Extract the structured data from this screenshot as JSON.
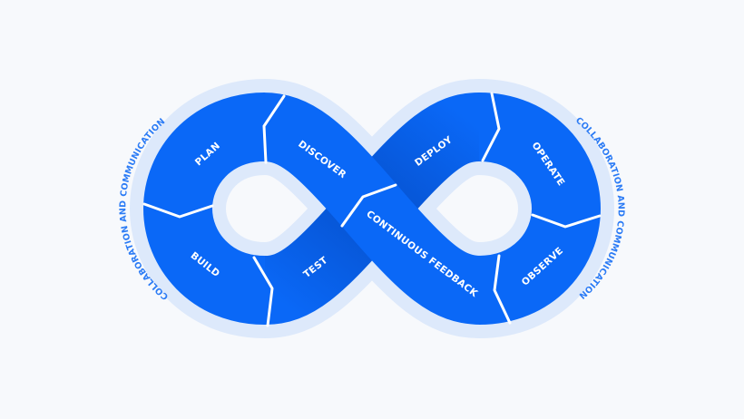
{
  "colors": {
    "background": "#f7f9fc",
    "halo": "#dde9fb",
    "band": "#0a68f7",
    "band_dark": "#0755d6",
    "ring_text": "#2b7bf5"
  },
  "ring_text": {
    "left": "COLLABORATION AND COMMUNICATION",
    "right": "COLLABORATION AND COMMUNICATION"
  },
  "stages": {
    "plan": "PLAN",
    "discover": "DISCOVER",
    "build": "BUILD",
    "test": "TEST",
    "deploy": "DEPLOY",
    "operate": "OPERATE",
    "observe": "OBSERVE",
    "continuous_feedback": "CONTINUOUS FEEDBACK"
  }
}
